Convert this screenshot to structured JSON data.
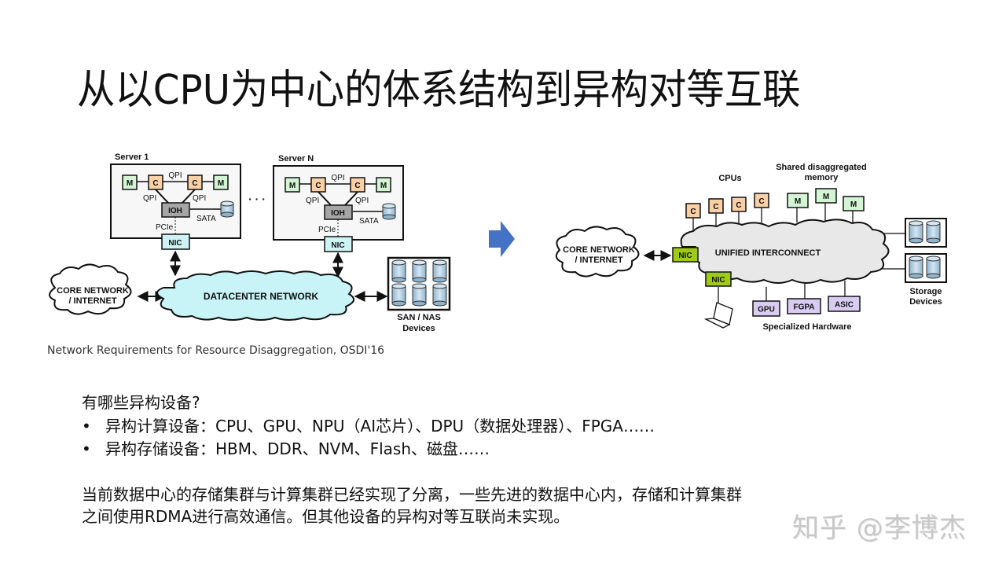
{
  "slide": {
    "title": "从以CPU为中心的体系结构到异构对等互联",
    "caption": "Network Requirements for Resource Disaggregation, OSDI'16",
    "question": "有哪些异构设备?",
    "bullets": [
      {
        "marker": "•",
        "text": "异构计算设备：CPU、GPU、NPU（AI芯片）、DPU（数据处理器）、FPGA……"
      },
      {
        "marker": "•",
        "text": "异构存储设备：HBM、DDR、NVM、Flash、磁盘……"
      }
    ],
    "paragraph_lines": [
      "当前数据中心的存储集群与计算集群已经实现了分离，一些先进的数据中心内，存储和计算集群",
      "之间使用RDMA进行高效通信。但其他设备的异构对等互联尚未实现。"
    ],
    "watermark": "知乎 @李博杰"
  },
  "left_diagram": {
    "servers": [
      {
        "name": "Server 1",
        "memory": "M",
        "cpu": "C",
        "ioh": "IOH",
        "nic": "NIC",
        "links": {
          "qpi": "QPI",
          "pcie": "PCIe",
          "sata": "SATA"
        }
      },
      {
        "name": "Server N",
        "memory": "M",
        "cpu": "C",
        "ioh": "IOH",
        "nic": "NIC",
        "links": {
          "qpi": "QPI",
          "pcie": "PCIe",
          "sata": "SATA"
        }
      }
    ],
    "ellipsis": "· · ·",
    "core_network": [
      "CORE NETWORK",
      "/ INTERNET"
    ],
    "datacenter_network": "DATACENTER NETWORK",
    "storage": [
      "SAN / NAS",
      "Devices"
    ]
  },
  "arrow": {
    "icon": "right-arrow-icon",
    "color": "#4472c4"
  },
  "right_diagram": {
    "core_network": [
      "CORE NETWORK",
      "/ INTERNET"
    ],
    "nic": "NIC",
    "interconnect": "UNIFIED INTERCONNECT",
    "cpus_label": "CPUs",
    "cpu": "C",
    "memory_label": [
      "Shared disaggregated",
      "memory"
    ],
    "memory": "M",
    "specialized": [
      "GPU",
      "FGPA",
      "ASIC"
    ],
    "specialized_label": "Specialized Hardware",
    "storage_label": [
      "Storage",
      "Devices"
    ]
  },
  "colors": {
    "memory_fill": "#d4f5d4",
    "cpu_fill": "#f9cfa5",
    "ioh_fill": "#a6a6a6",
    "nic_fill": "#cdf3f5",
    "nic_green": "#9ecb17",
    "dc_cloud": "#c8f4f7",
    "interconnect_cloud": "#e8e8e8",
    "special_fill": "#d9ccf2",
    "disk_fill": "#b7d3e6"
  }
}
